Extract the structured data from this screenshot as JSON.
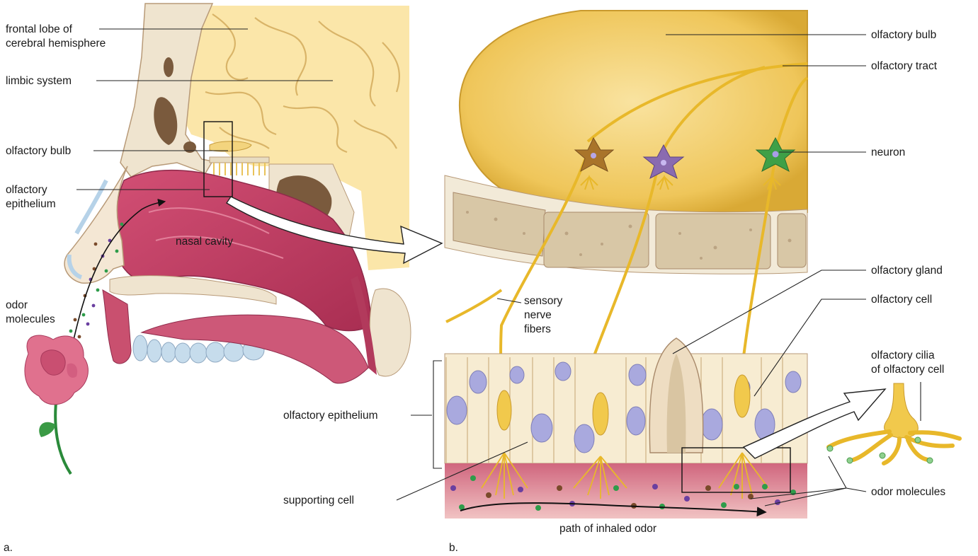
{
  "panel_a": {
    "letter": "a.",
    "labels": {
      "frontal_lobe": [
        "frontal lobe of",
        "cerebral hemisphere"
      ],
      "limbic_system": "limbic system",
      "olfactory_bulb": "olfactory bulb",
      "olfactory_epithelium": [
        "olfactory",
        "epithelium"
      ],
      "nasal_cavity": "nasal cavity",
      "odor_molecules": [
        "odor",
        "molecules"
      ]
    }
  },
  "panel_b": {
    "letter": "b.",
    "labels": {
      "olfactory_bulb": "olfactory bulb",
      "olfactory_tract": "olfactory tract",
      "neuron": "neuron",
      "olfactory_gland": "olfactory gland",
      "olfactory_cell": "olfactory cell",
      "olfactory_cilia": [
        "olfactory cilia",
        "of olfactory cell"
      ],
      "sensory_nerve_fibers": [
        "sensory",
        "nerve",
        "fibers"
      ],
      "olfactory_epithelium": "olfactory epithelium",
      "supporting_cell": "supporting cell",
      "odor_molecules": "odor molecules",
      "path_of_inhaled_odor": "path of inhaled odor"
    }
  },
  "colors": {
    "brain": "#f6dc93",
    "bone": "#efe4cf",
    "nasal_tissue": "#c44a6a",
    "nerve": "#e8b82a",
    "cell_nucleus": "#a9a9de",
    "mucus": "#d98b93"
  }
}
